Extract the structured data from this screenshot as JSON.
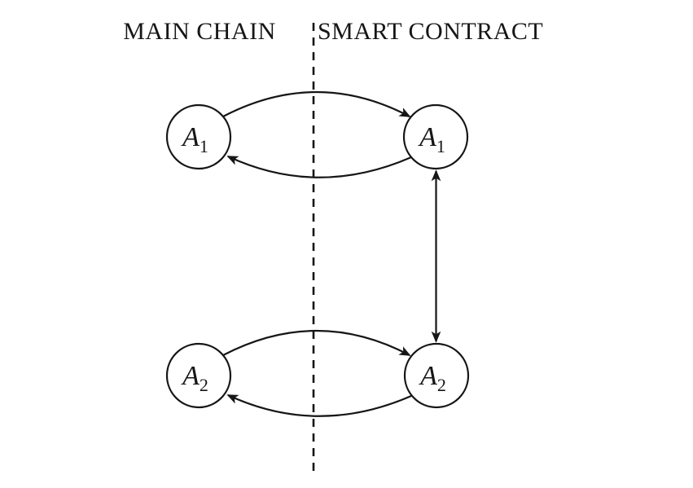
{
  "diagram": {
    "headers": {
      "left": "MAIN CHAIN",
      "right": "SMART CONTRACT"
    },
    "nodes": [
      {
        "id": "main-chain-a1",
        "column": "MAIN CHAIN",
        "label_base": "A",
        "label_sub": "1"
      },
      {
        "id": "smart-contract-a1",
        "column": "SMART CONTRACT",
        "label_base": "A",
        "label_sub": "1"
      },
      {
        "id": "main-chain-a2",
        "column": "MAIN CHAIN",
        "label_base": "A",
        "label_sub": "2"
      },
      {
        "id": "smart-contract-a2",
        "column": "SMART CONTRACT",
        "label_base": "A",
        "label_sub": "2"
      }
    ],
    "edges": [
      {
        "from": "main-chain-a1",
        "to": "smart-contract-a1",
        "style": "curved-arrow"
      },
      {
        "from": "smart-contract-a1",
        "to": "main-chain-a1",
        "style": "curved-arrow"
      },
      {
        "from": "smart-contract-a1",
        "to": "smart-contract-a2",
        "style": "straight-double-arrow"
      },
      {
        "from": "main-chain-a2",
        "to": "smart-contract-a2",
        "style": "curved-arrow"
      },
      {
        "from": "smart-contract-a2",
        "to": "main-chain-a2",
        "style": "curved-arrow"
      }
    ],
    "colors": {
      "ink": "#161616",
      "background": "#ffffff"
    }
  }
}
